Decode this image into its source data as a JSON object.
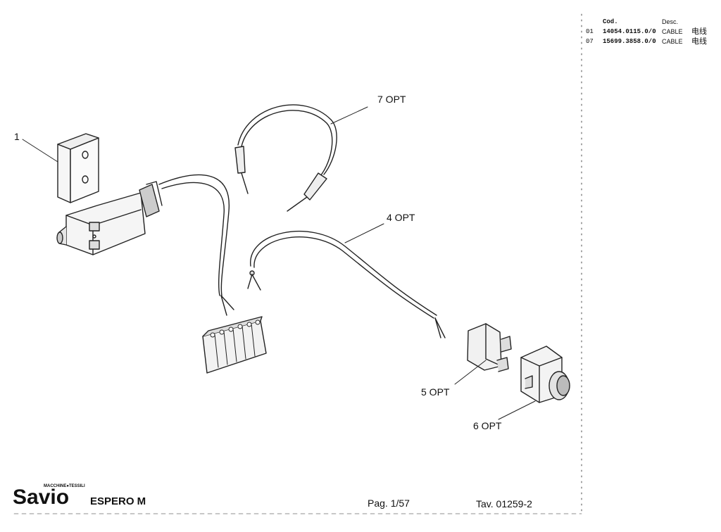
{
  "parts_table": {
    "headers": {
      "cod": "Cod.",
      "desc": "Desc."
    },
    "rows": [
      {
        "pos": "01",
        "code": "14054.0115.0/0",
        "desc": "CABLE",
        "desc_cn": "电线"
      },
      {
        "pos": "07",
        "code": "15699.3858.0/0",
        "desc": "CABLE",
        "desc_cn": "电线"
      }
    ]
  },
  "callouts": {
    "item_1": "1",
    "item_7": "7 OPT",
    "item_4": "4 OPT",
    "item_5": "5 OPT",
    "item_6": "6 OPT"
  },
  "footer": {
    "brand_tagline": "MACCHINE●TESSILI",
    "brand": "Savio",
    "model": "ESPERO M",
    "page": "Pag. 1/57",
    "table": "Tav. 01259-2"
  }
}
